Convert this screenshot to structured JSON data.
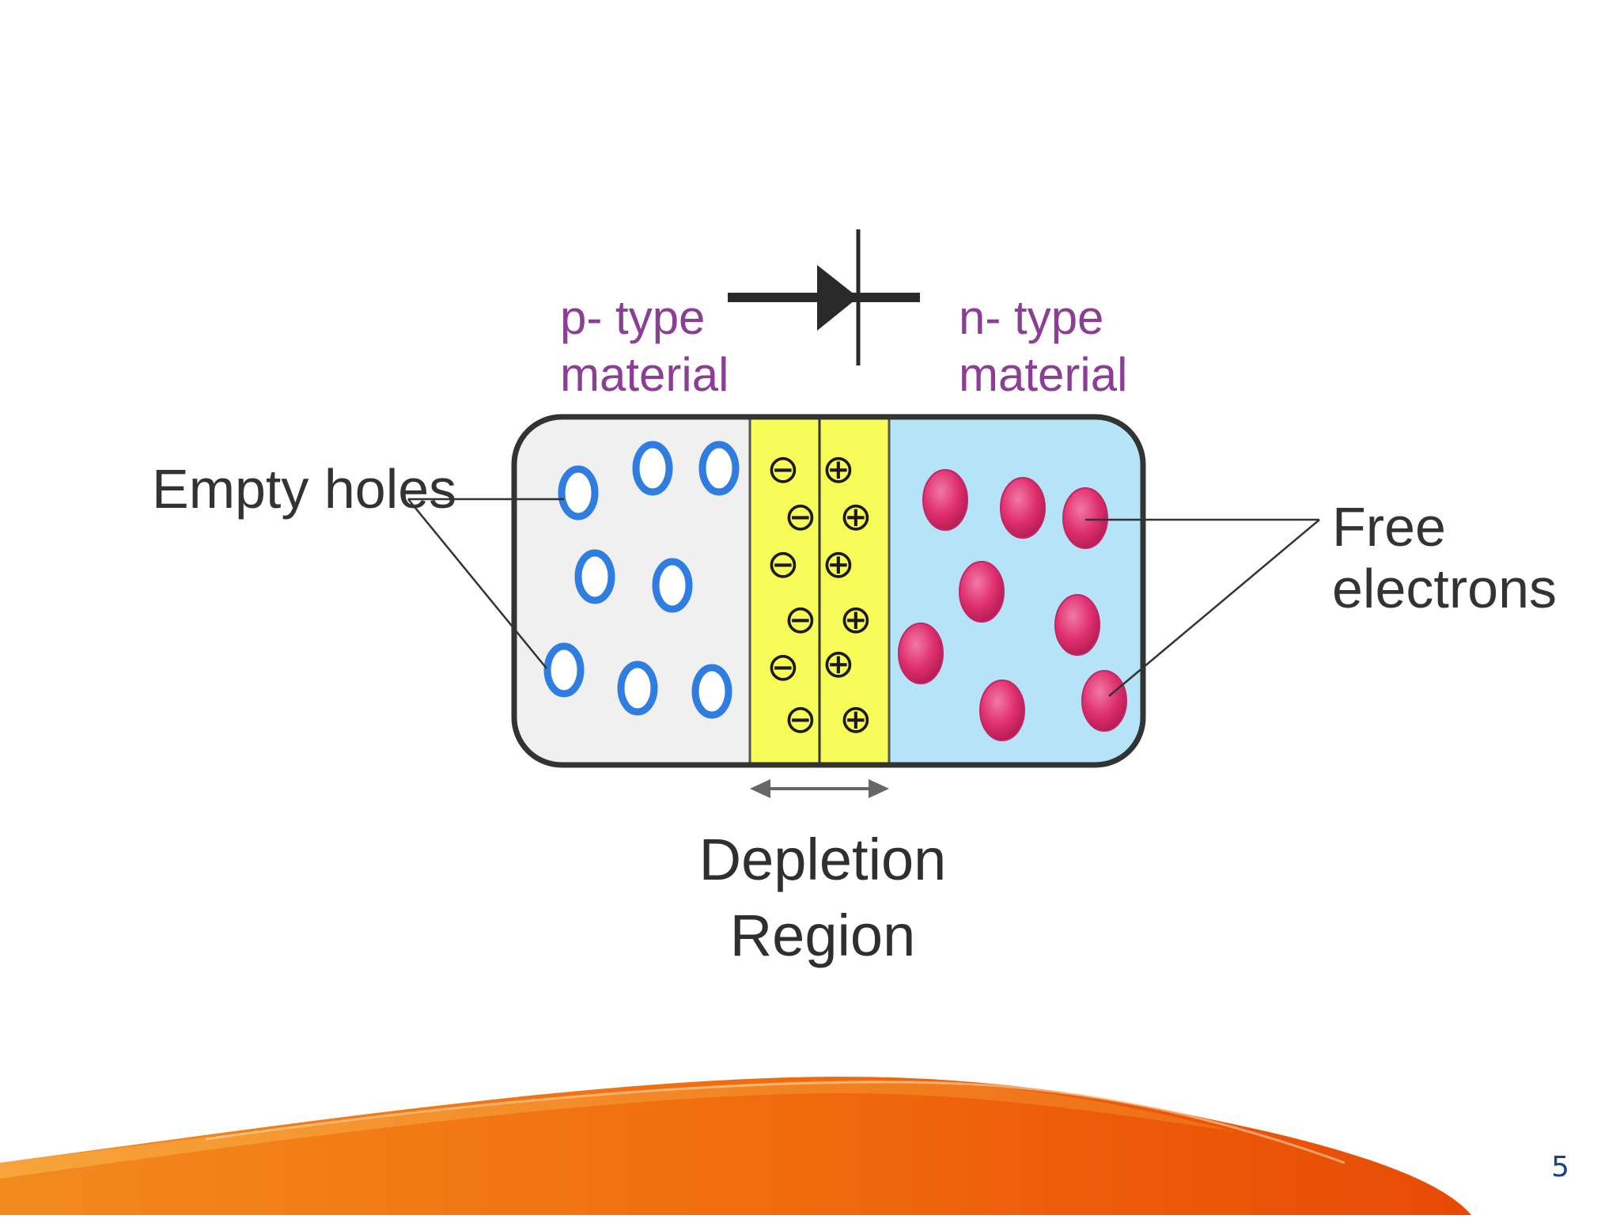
{
  "diagram": {
    "p_label": [
      "p- type",
      "material"
    ],
    "n_label": [
      "n- type",
      "material"
    ],
    "left_callout": "Empty holes",
    "right_callout": [
      "Free",
      "electrons"
    ],
    "depletion_label": [
      "Depletion",
      "Region"
    ],
    "negative_sign": "⊖",
    "positive_sign": "⊕"
  },
  "colors": {
    "p_region": "#f0f0f0",
    "depletion": "#f8fc59",
    "n_region": "#b5e4f8",
    "holes": "#2f7de1",
    "electrons": "#e0306f",
    "outline": "#333333",
    "accent_orange": "#f06a0c"
  },
  "slide": {
    "page_number": "5"
  }
}
